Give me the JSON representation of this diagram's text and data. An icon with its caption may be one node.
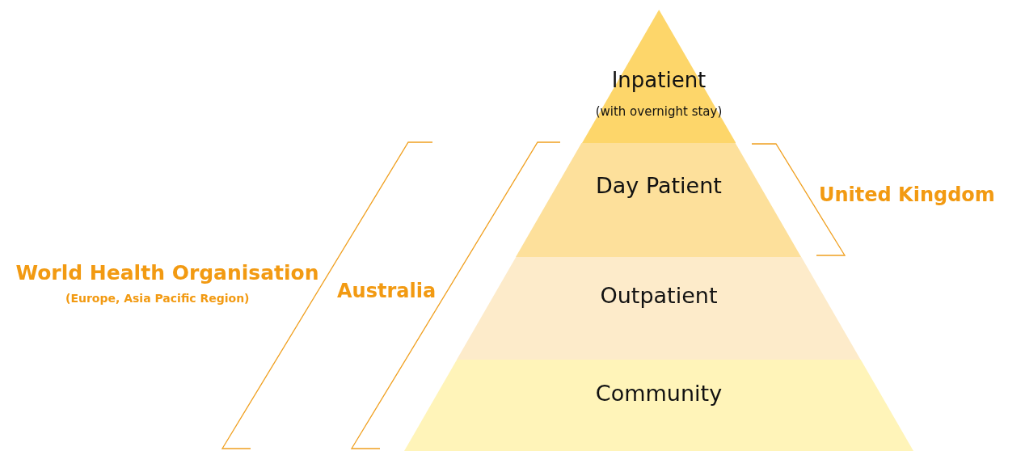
{
  "diagram": {
    "nodes": [
      {
        "text": [
          "Inpatient",
          "(with overnight stay)"
        ]
      },
      {
        "text": [
          "Day Patient"
        ]
      },
      {
        "text": [
          "Outpatient"
        ]
      },
      {
        "text": [
          "Community"
        ]
      }
    ],
    "labels": [
      "World Health Organisation",
      "(Europe, Asia Pacific Region)",
      "Australia",
      "United Kingdom"
    ]
  }
}
